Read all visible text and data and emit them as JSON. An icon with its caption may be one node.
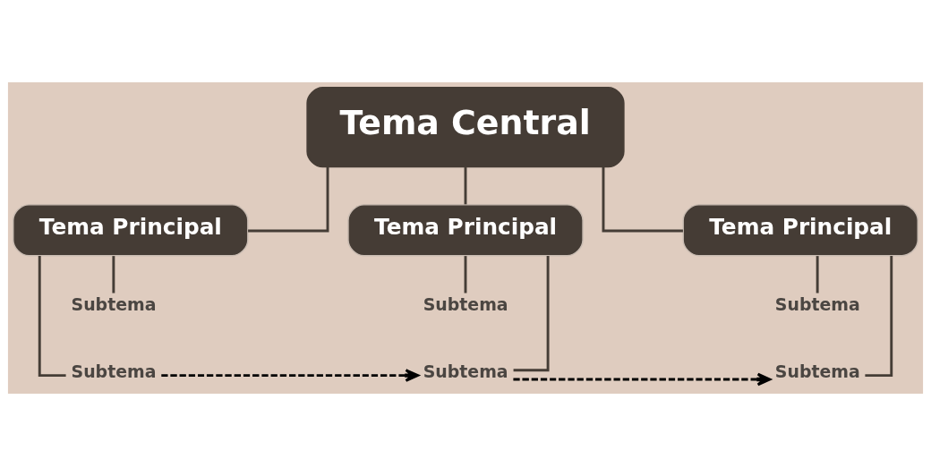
{
  "diagram": {
    "nodes": [
      {
        "text": [
          "Tema Central"
        ]
      },
      {
        "text": [
          "Tema Principal"
        ]
      },
      {
        "text": [
          "Tema Principal"
        ]
      },
      {
        "text": [
          "Tema Principal"
        ]
      },
      {
        "text": [
          "Subtema"
        ]
      },
      {
        "text": [
          "Subtema"
        ]
      },
      {
        "text": [
          "Subtema"
        ]
      },
      {
        "text": [
          "Subtema"
        ]
      },
      {
        "text": [
          "Subtema"
        ]
      },
      {
        "text": [
          "Subtema"
        ]
      }
    ],
    "edges": [
      {
        "from": 0,
        "to": 1,
        "arrow": "none"
      },
      {
        "from": 0,
        "to": 2,
        "arrow": "none"
      },
      {
        "from": 0,
        "to": 3,
        "arrow": "none"
      },
      {
        "from": 1,
        "to": 4,
        "arrow": "none"
      },
      {
        "from": 1,
        "to": 7,
        "arrow": "none"
      },
      {
        "from": 2,
        "to": 5,
        "arrow": "none"
      },
      {
        "from": 2,
        "to": 8,
        "arrow": "none"
      },
      {
        "from": 3,
        "to": 6,
        "arrow": "none"
      },
      {
        "from": 3,
        "to": 9,
        "arrow": "none"
      },
      {
        "from": 7,
        "to": 8,
        "arrow": "to",
        "style": "dashed",
        "color": "#000000"
      },
      {
        "from": 8,
        "to": 9,
        "arrow": "to",
        "style": "dashed",
        "color": "#000000"
      }
    ]
  }
}
